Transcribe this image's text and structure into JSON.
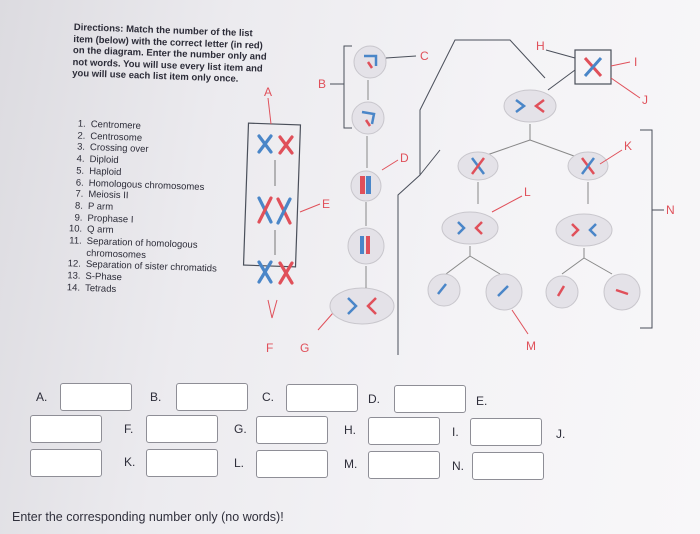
{
  "directions": "Directions: Match the number of the list item (below) with the correct letter (in red) on the diagram. Enter the number only and not words. You will use every list item and you will use each list item only once.",
  "list_items": [
    {
      "num": "1.",
      "text": "Centromere"
    },
    {
      "num": "2.",
      "text": "Centrosome"
    },
    {
      "num": "3.",
      "text": "Crossing over"
    },
    {
      "num": "4.",
      "text": "Diploid"
    },
    {
      "num": "5.",
      "text": "Haploid"
    },
    {
      "num": "6.",
      "text": "Homologous chromosomes"
    },
    {
      "num": "7.",
      "text": "Meiosis II"
    },
    {
      "num": "8.",
      "text": "P arm"
    },
    {
      "num": "9.",
      "text": "Prophase I"
    },
    {
      "num": "10.",
      "text": "Q arm"
    },
    {
      "num": "11.",
      "text": "Separation of homologous chromosomes"
    },
    {
      "num": "12.",
      "text": "Separation of sister chromatids"
    },
    {
      "num": "13.",
      "text": "S-Phase"
    },
    {
      "num": "14.",
      "text": "Tetrads"
    }
  ],
  "diagram_labels": {
    "A": "A",
    "B": "B",
    "C": "C",
    "D": "D",
    "E": "E",
    "F": "F",
    "G": "G",
    "H": "H",
    "I": "I",
    "J": "J",
    "K": "K",
    "L": "L",
    "M": "M",
    "N": "N"
  },
  "answer_labels": {
    "A": "A.",
    "B": "B.",
    "C": "C.",
    "D": "D.",
    "E": "E.",
    "F": "F.",
    "G": "G.",
    "H": "H.",
    "I": "I.",
    "J": "J.",
    "K": "K.",
    "L": "L.",
    "M": "M.",
    "N": "N."
  },
  "answers": {
    "A": "",
    "B": "",
    "C": "",
    "D": "",
    "E": "",
    "F": "",
    "G": "",
    "H": "",
    "I": "",
    "J": "",
    "K": "",
    "L": "",
    "M": "",
    "N": ""
  },
  "footer": "Enter the corresponding number only (no words)!",
  "colors": {
    "red": "#e0505a",
    "blue": "#4a86c8",
    "cell": "#e4e2e8",
    "line": "#555a66"
  }
}
